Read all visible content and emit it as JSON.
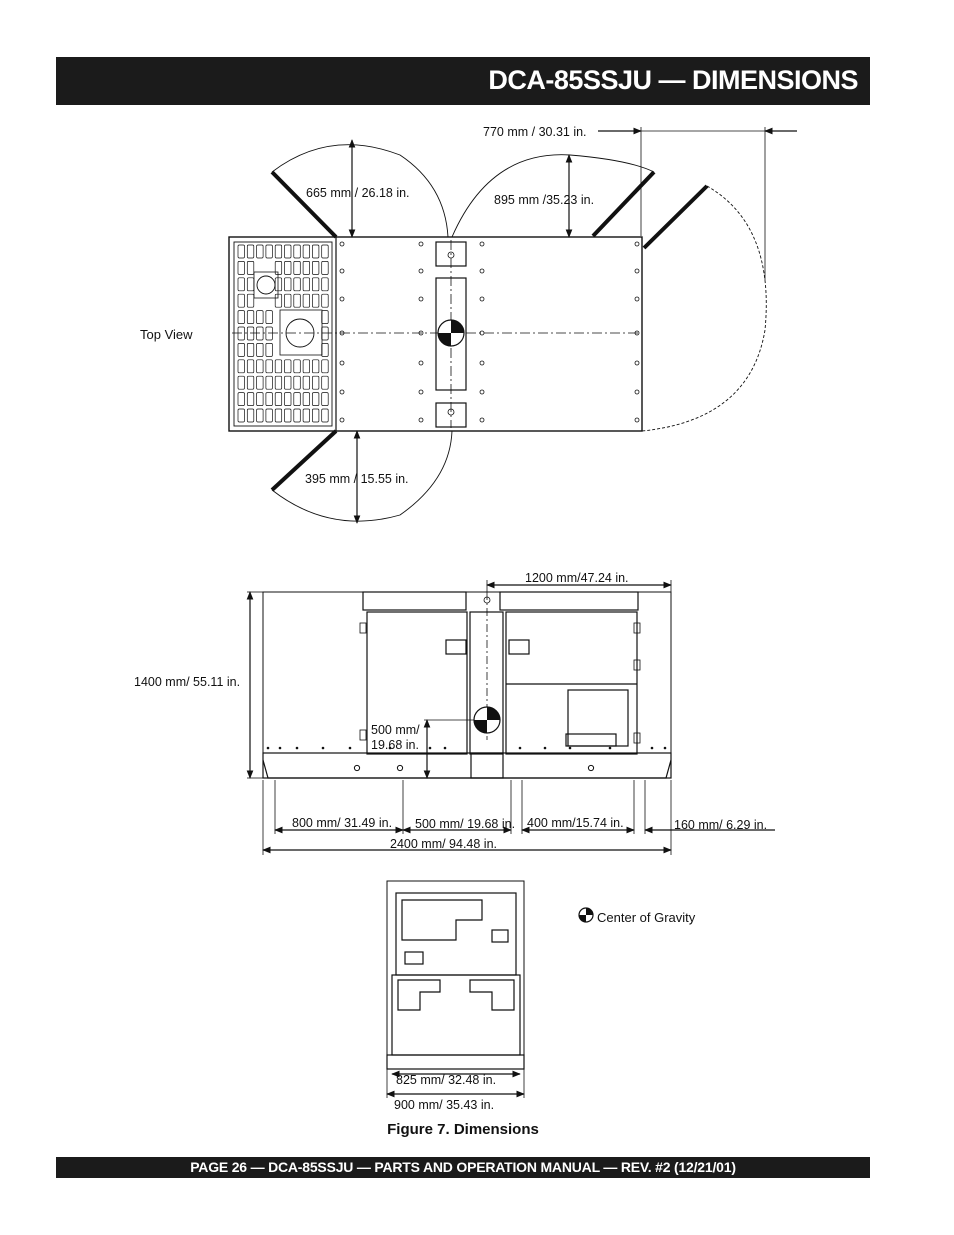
{
  "header": {
    "title": "DCA-85SSJU  — DIMENSIONS"
  },
  "top_view": {
    "label": "Top View",
    "dim_right": "770 mm / 30.31 in.",
    "dim_left_door": "665 mm / 26.18 in.",
    "dim_center_door": "895 mm /35.23 in.",
    "dim_bottom_door": "395 mm / 15.55 in."
  },
  "side_view": {
    "dim_top": "1200 mm/47.24  in.",
    "dim_height": "1400 mm/ 55.11 in.",
    "dim_cog_height_1": "500 mm/",
    "dim_cog_height_2": "19.68 in.",
    "dim_b1": "800 mm/ 31.49 in.",
    "dim_b2": "500 mm/ 19.68 in.",
    "dim_b3": "400 mm/15.74 in.",
    "dim_b4": "160 mm/ 6.29 in.",
    "dim_total": "2400 mm/ 94.48 in."
  },
  "end_view": {
    "dim_inner": "825 mm/ 32.48 in.",
    "dim_outer": "900 mm/ 35.43 in."
  },
  "legend": {
    "cog": "Center of Gravity"
  },
  "caption": "Figure 7. Dimensions",
  "footer": "PAGE 26 — DCA-85SSJU — PARTS AND OPERATION MANUAL — REV. #2  (12/21/01)"
}
